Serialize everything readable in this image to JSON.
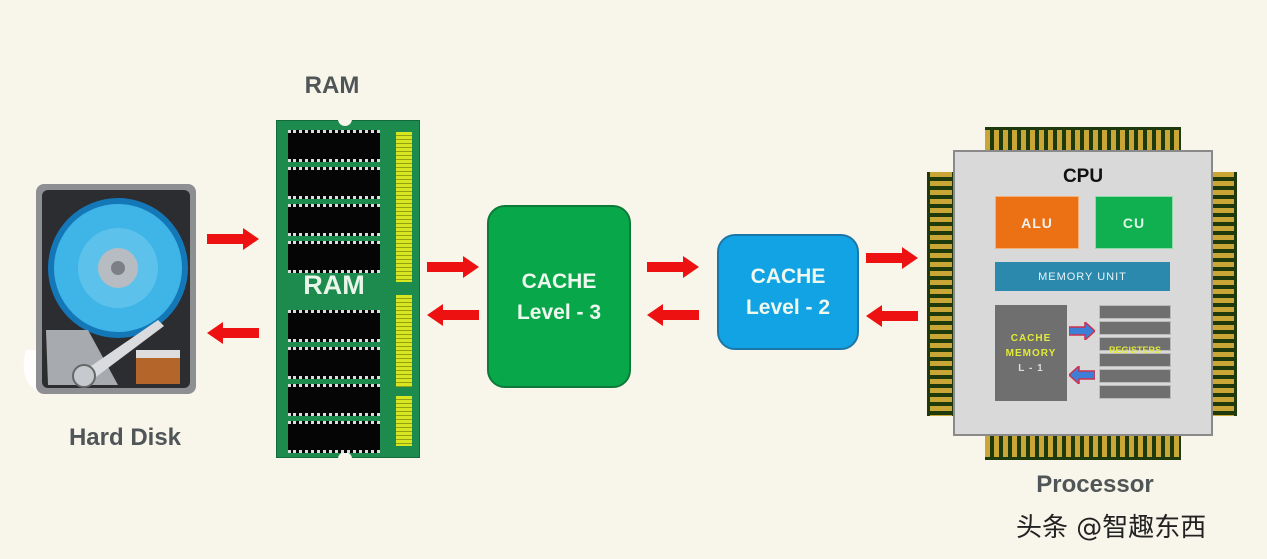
{
  "diagram": {
    "title": "Memory hierarchy",
    "colors": {
      "background": "#f8f5ea",
      "arrow": "#ee1111",
      "cache_l3": "#08a84a",
      "cache_l2": "#12a3e4",
      "alu": "#ec7115",
      "cu": "#10b050",
      "memory_unit": "#2a89ad",
      "ram_pcb": "#1d8a4e"
    },
    "nodes": {
      "hard_disk": {
        "label": "Hard Disk",
        "icon": "hard-disk-icon"
      },
      "ram": {
        "label": "RAM",
        "chip_label": "RAM",
        "icon": "ram-module-icon"
      },
      "cache_l3": {
        "line1": "CACHE",
        "line2": "Level - 3"
      },
      "cache_l2": {
        "line1": "CACHE",
        "line2": "Level - 2"
      },
      "processor": {
        "label": "Processor",
        "cpu_title": "CPU",
        "alu": "ALU",
        "cu": "CU",
        "memory_unit": "MEMORY UNIT",
        "cache_l1_line1": "CACHE",
        "cache_l1_line2": "MEMORY",
        "cache_l1_line3": "L - 1",
        "registers": "REGISTERS"
      }
    },
    "edges": [
      {
        "from": "hard_disk",
        "to": "ram",
        "direction": "right"
      },
      {
        "from": "ram",
        "to": "hard_disk",
        "direction": "left"
      },
      {
        "from": "ram",
        "to": "cache_l3",
        "direction": "right"
      },
      {
        "from": "cache_l3",
        "to": "ram",
        "direction": "left"
      },
      {
        "from": "cache_l3",
        "to": "cache_l2",
        "direction": "right"
      },
      {
        "from": "cache_l2",
        "to": "cache_l3",
        "direction": "left"
      },
      {
        "from": "cache_l2",
        "to": "processor",
        "direction": "right"
      },
      {
        "from": "processor",
        "to": "cache_l2",
        "direction": "left"
      }
    ]
  },
  "watermark": "头条 @智趣东西"
}
